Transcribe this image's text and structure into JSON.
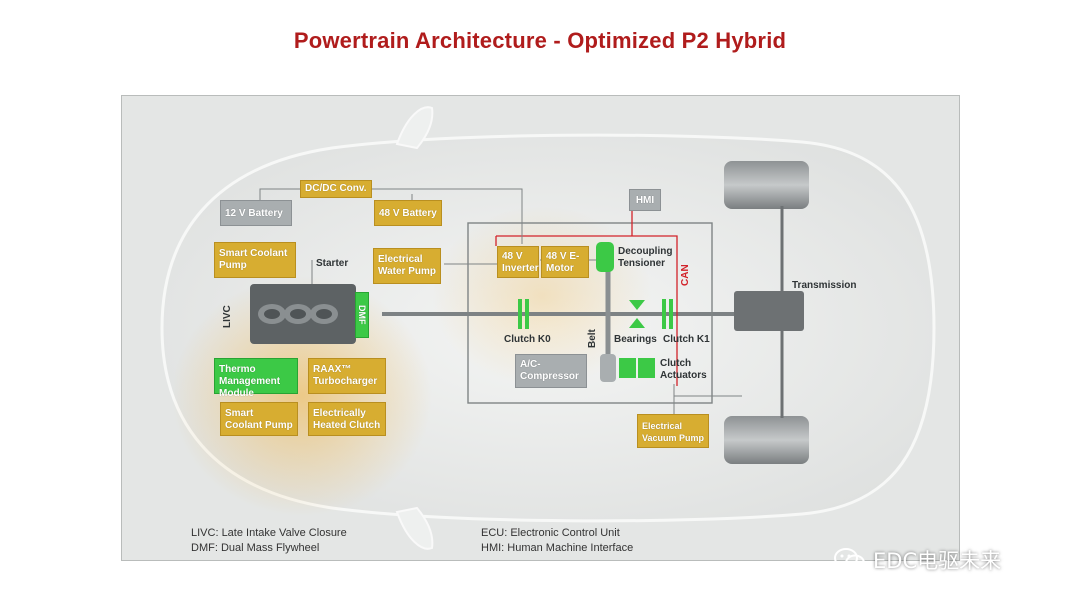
{
  "title": "Powertrain Architecture - Optimized P2 Hybrid",
  "colors": {
    "title": "#b01c1c",
    "gold_box": "#d7ad31",
    "green_box": "#3cc946",
    "grey_box": "#a9aeb0",
    "can_line": "#d2232a"
  },
  "components": {
    "dcdc": "DC/DC Conv.",
    "battery12": "12 V Battery",
    "battery48": "48 V Battery",
    "hmi": "HMI",
    "smart_pump_top": "Smart Coolant Pump",
    "starter": "Starter",
    "water_pump": "Electrical Water Pump",
    "inverter": "48 V Inverter",
    "emotor": "48 V E-Motor",
    "tensioner": "Decoupling Tensioner",
    "can": "CAN",
    "livc": "LIVC",
    "dmf": "DMF",
    "transmission": "Transmission",
    "clutch_k0": "Clutch K0",
    "belt": "Belt",
    "bearings": "Bearings",
    "clutch_k1": "Clutch K1",
    "ac_comp": "A/C-Compressor",
    "clutch_act": "Clutch Actuators",
    "thermo": "Thermo Management Module",
    "raax": "RAAX™ Turbocharger",
    "smart_pump_bottom": "Smart Coolant Pump",
    "heated_clutch": "Electrically Heated Clutch",
    "vacuum_pump": "Electrical Vacuum Pump"
  },
  "legend": {
    "livc": "LIVC: Late Intake Valve Closure",
    "dmf": "DMF: Dual Mass Flywheel",
    "ecu": "ECU: Electronic Control Unit",
    "hmi": "HMI:  Human Machine Interface"
  },
  "watermark": "EDC电驱未来"
}
